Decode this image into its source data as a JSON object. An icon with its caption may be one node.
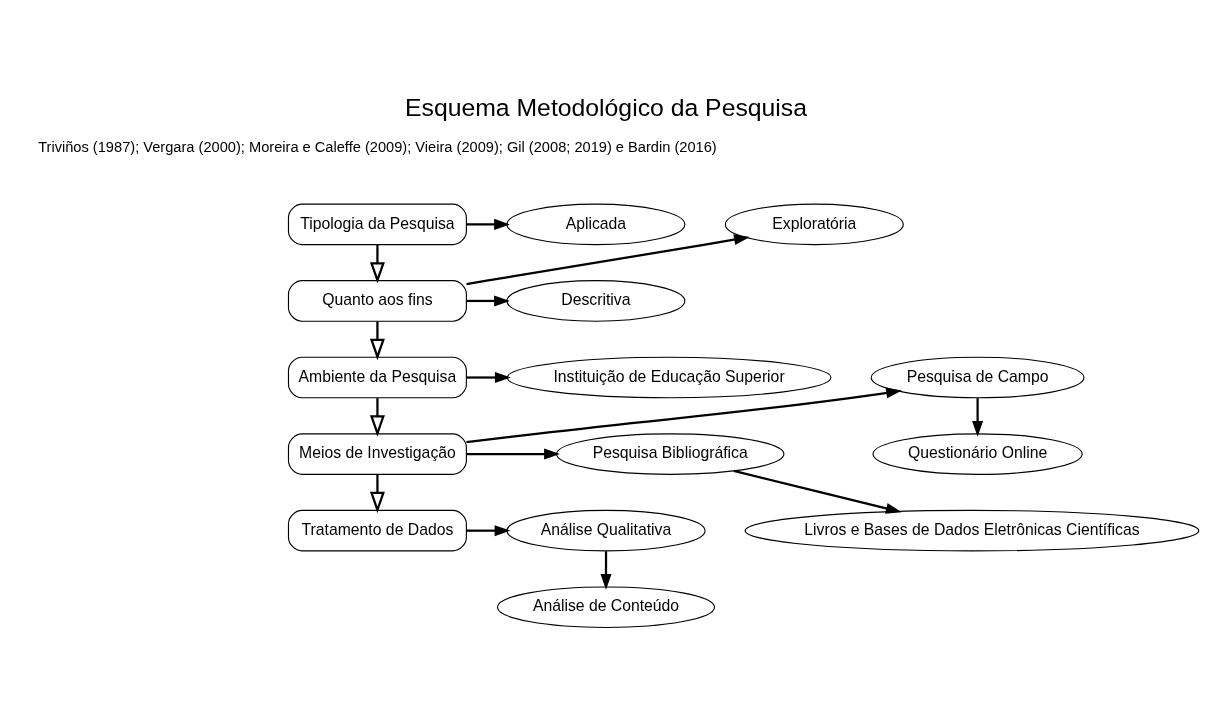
{
  "diagram": {
    "title": "Esquema Metodológico da Pesquisa",
    "nodes": [
      {
        "text": [
          "Tipologia da Pesquisa"
        ]
      },
      {
        "text": [
          "Aplicada"
        ]
      },
      {
        "text": [
          "Exploratória"
        ]
      },
      {
        "text": [
          "Quanto aos fins"
        ]
      },
      {
        "text": [
          "Descritiva"
        ]
      },
      {
        "text": [
          "Instituição de Educação Superior"
        ]
      },
      {
        "text": [
          "Ambiente da Pesquisa"
        ]
      },
      {
        "text": [
          "Pesquisa de Campo"
        ]
      },
      {
        "text": [
          "Pesquisa Bibliográfica"
        ]
      },
      {
        "text": [
          "Meios de Investigação"
        ]
      },
      {
        "text": [
          "Questionário Online"
        ]
      },
      {
        "text": [
          "Livros e Bases de Dados Eletrônicas Científicas"
        ]
      },
      {
        "text": [
          "Análise Qualitativa"
        ]
      },
      {
        "text": [
          "Tratamento de Dados"
        ]
      },
      {
        "text": [
          "Análise de Conteúdo"
        ]
      }
    ],
    "edges": [
      {
        "from": 0,
        "to": 1,
        "arrow": "to"
      },
      {
        "from": 0,
        "to": 3,
        "arrow": "to"
      },
      {
        "from": 3,
        "to": 2,
        "arrow": "to"
      },
      {
        "from": 3,
        "to": 4,
        "arrow": "to"
      },
      {
        "from": 3,
        "to": 6,
        "arrow": "to"
      },
      {
        "from": 6,
        "to": 5,
        "arrow": "to"
      },
      {
        "from": 6,
        "to": 9,
        "arrow": "to"
      },
      {
        "from": 9,
        "to": 7,
        "arrow": "to"
      },
      {
        "from": 9,
        "to": 8,
        "arrow": "to"
      },
      {
        "from": 7,
        "to": 10,
        "arrow": "to"
      },
      {
        "from": 8,
        "to": 11,
        "arrow": "to"
      },
      {
        "from": 9,
        "to": 13,
        "arrow": "to"
      },
      {
        "from": 13,
        "to": 12,
        "arrow": "to"
      },
      {
        "from": 12,
        "to": 14,
        "arrow": "to"
      }
    ],
    "labels": [
      "Triviños (1987); Vergara (2000); Moreira e Caleffe (2009); Vieira (2009); Gil (2008; 2019) e Bardin (2016)"
    ]
  }
}
